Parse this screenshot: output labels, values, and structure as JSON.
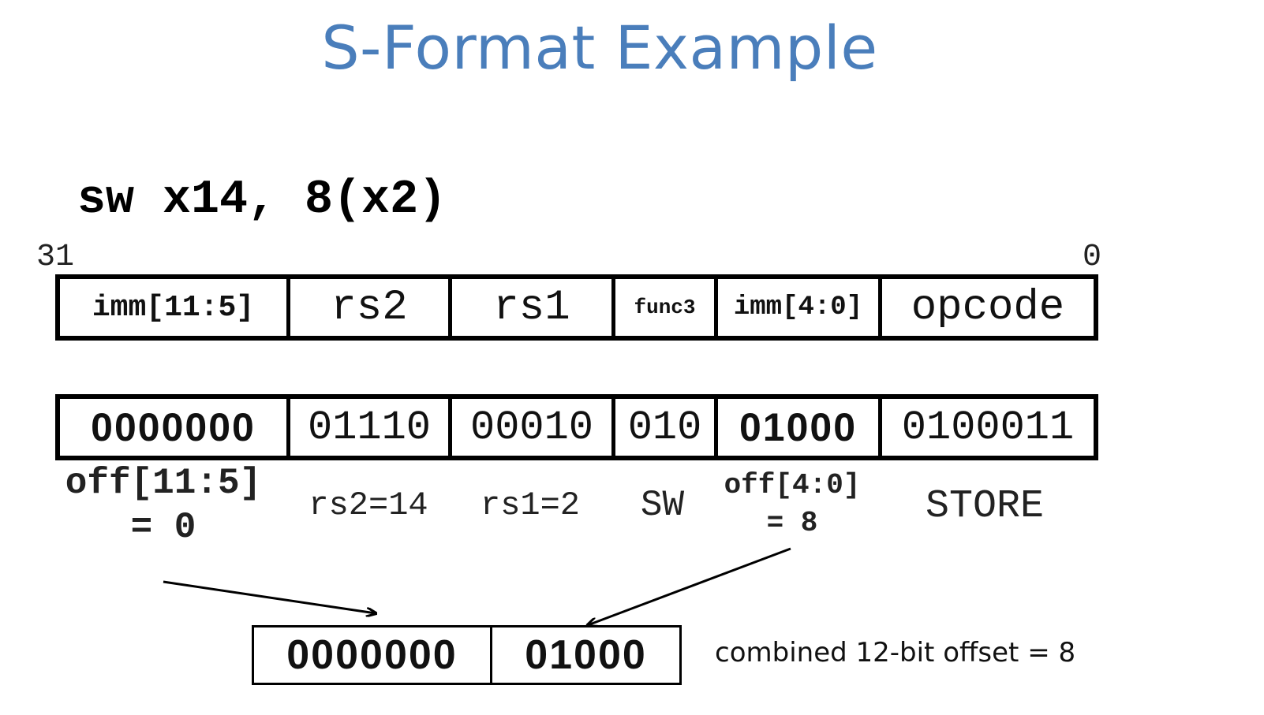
{
  "title": "S-Format Example",
  "instruction": "sw x14, 8(x2)",
  "bit_labels": {
    "high": "31",
    "low": "0"
  },
  "format_fields": [
    {
      "name": "imm-11-5",
      "label": "imm[11:5]"
    },
    {
      "name": "rs2",
      "label": "rs2"
    },
    {
      "name": "rs1",
      "label": "rs1"
    },
    {
      "name": "func3",
      "label": "func3"
    },
    {
      "name": "imm-4-0",
      "label": "imm[4:0]"
    },
    {
      "name": "opcode",
      "label": "opcode"
    }
  ],
  "binary_fields": [
    {
      "name": "imm-11-5",
      "value": "0000000"
    },
    {
      "name": "rs2",
      "value": "01110"
    },
    {
      "name": "rs1",
      "value": "00010"
    },
    {
      "name": "func3",
      "value": "010"
    },
    {
      "name": "imm-4-0",
      "value": "01000"
    },
    {
      "name": "opcode",
      "value": "0100011"
    }
  ],
  "field_meanings": {
    "off_high": {
      "line1": "off[11:5]",
      "line2": "= 0"
    },
    "rs2": "rs2=14",
    "rs1": "rs1=2",
    "func3": "SW",
    "off_low": {
      "line1": "off[4:0]",
      "line2": "= 8"
    },
    "opcode": "STORE"
  },
  "combined": {
    "high": "0000000",
    "low": "01000",
    "note": "combined 12-bit offset = 8"
  },
  "colors": {
    "title": "#4a7ebb"
  }
}
